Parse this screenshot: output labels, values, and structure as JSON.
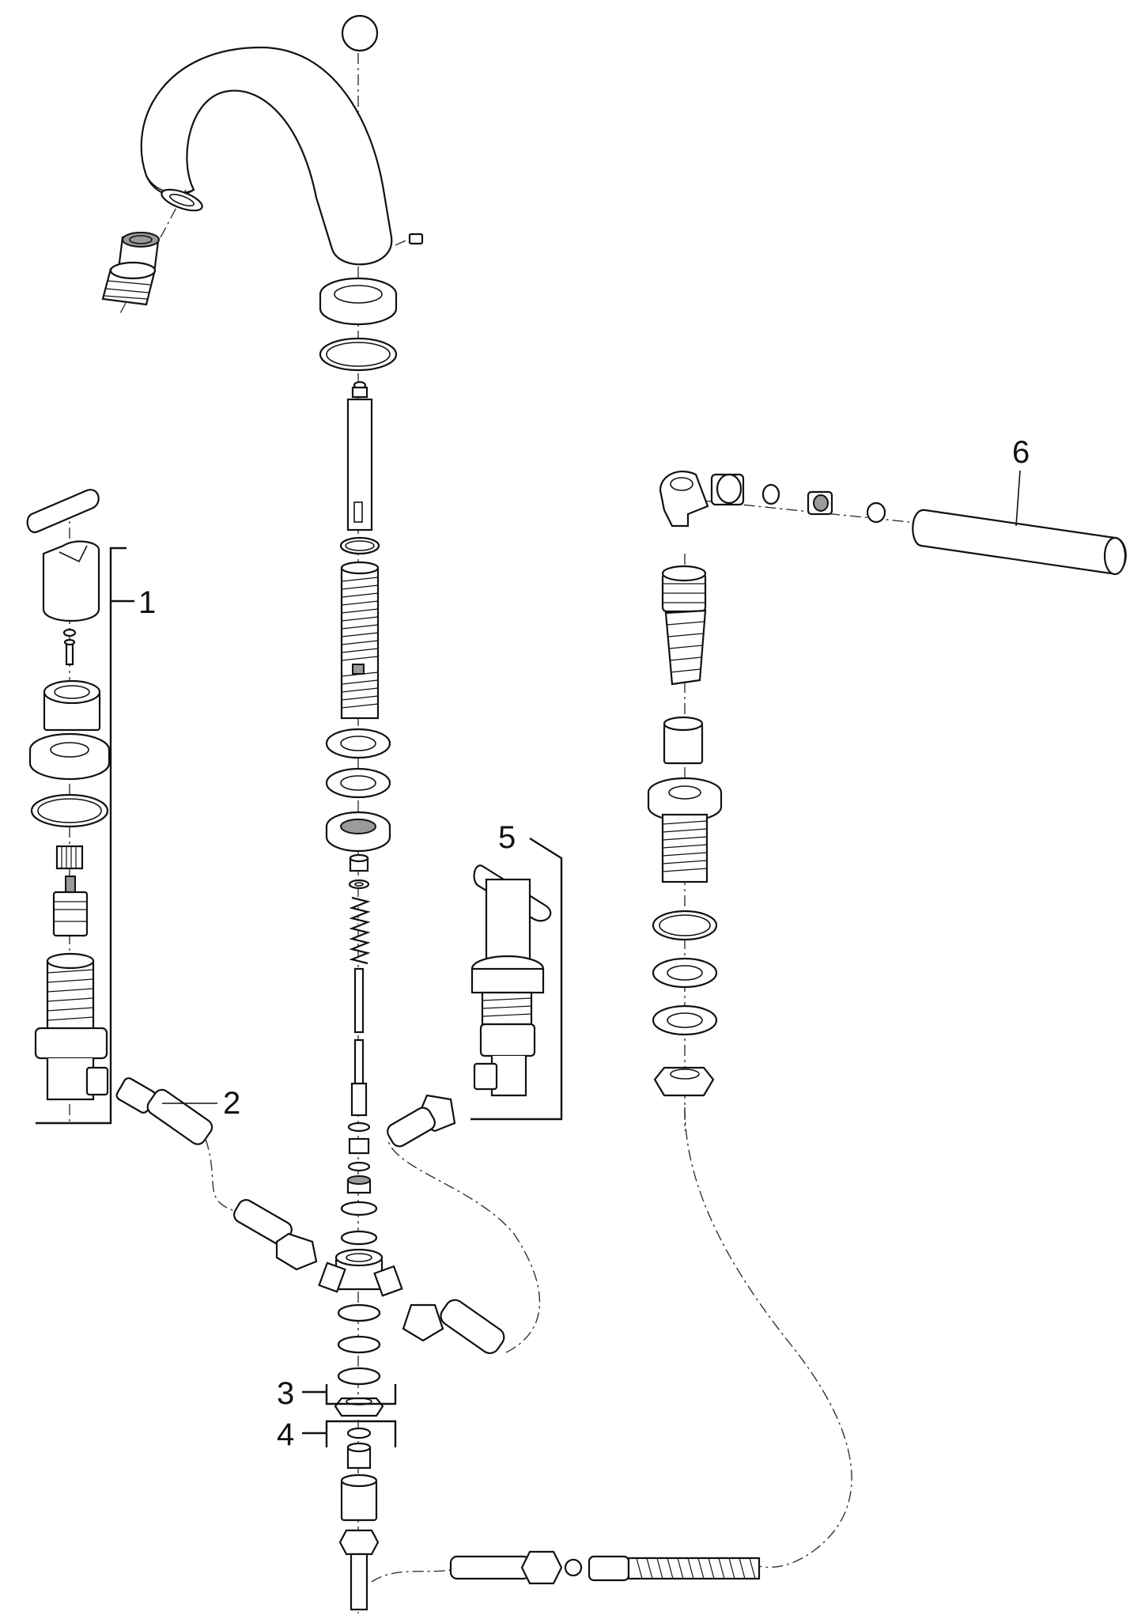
{
  "callouts": [
    {
      "id": "1",
      "label": "1"
    },
    {
      "id": "2",
      "label": "2"
    },
    {
      "id": "3",
      "label": "3"
    },
    {
      "id": "4",
      "label": "4"
    },
    {
      "id": "5",
      "label": "5"
    },
    {
      "id": "6",
      "label": "6"
    }
  ],
  "colors": {
    "line": "#111111",
    "fill": "#ffffff",
    "shade": "#9a9a9a"
  }
}
